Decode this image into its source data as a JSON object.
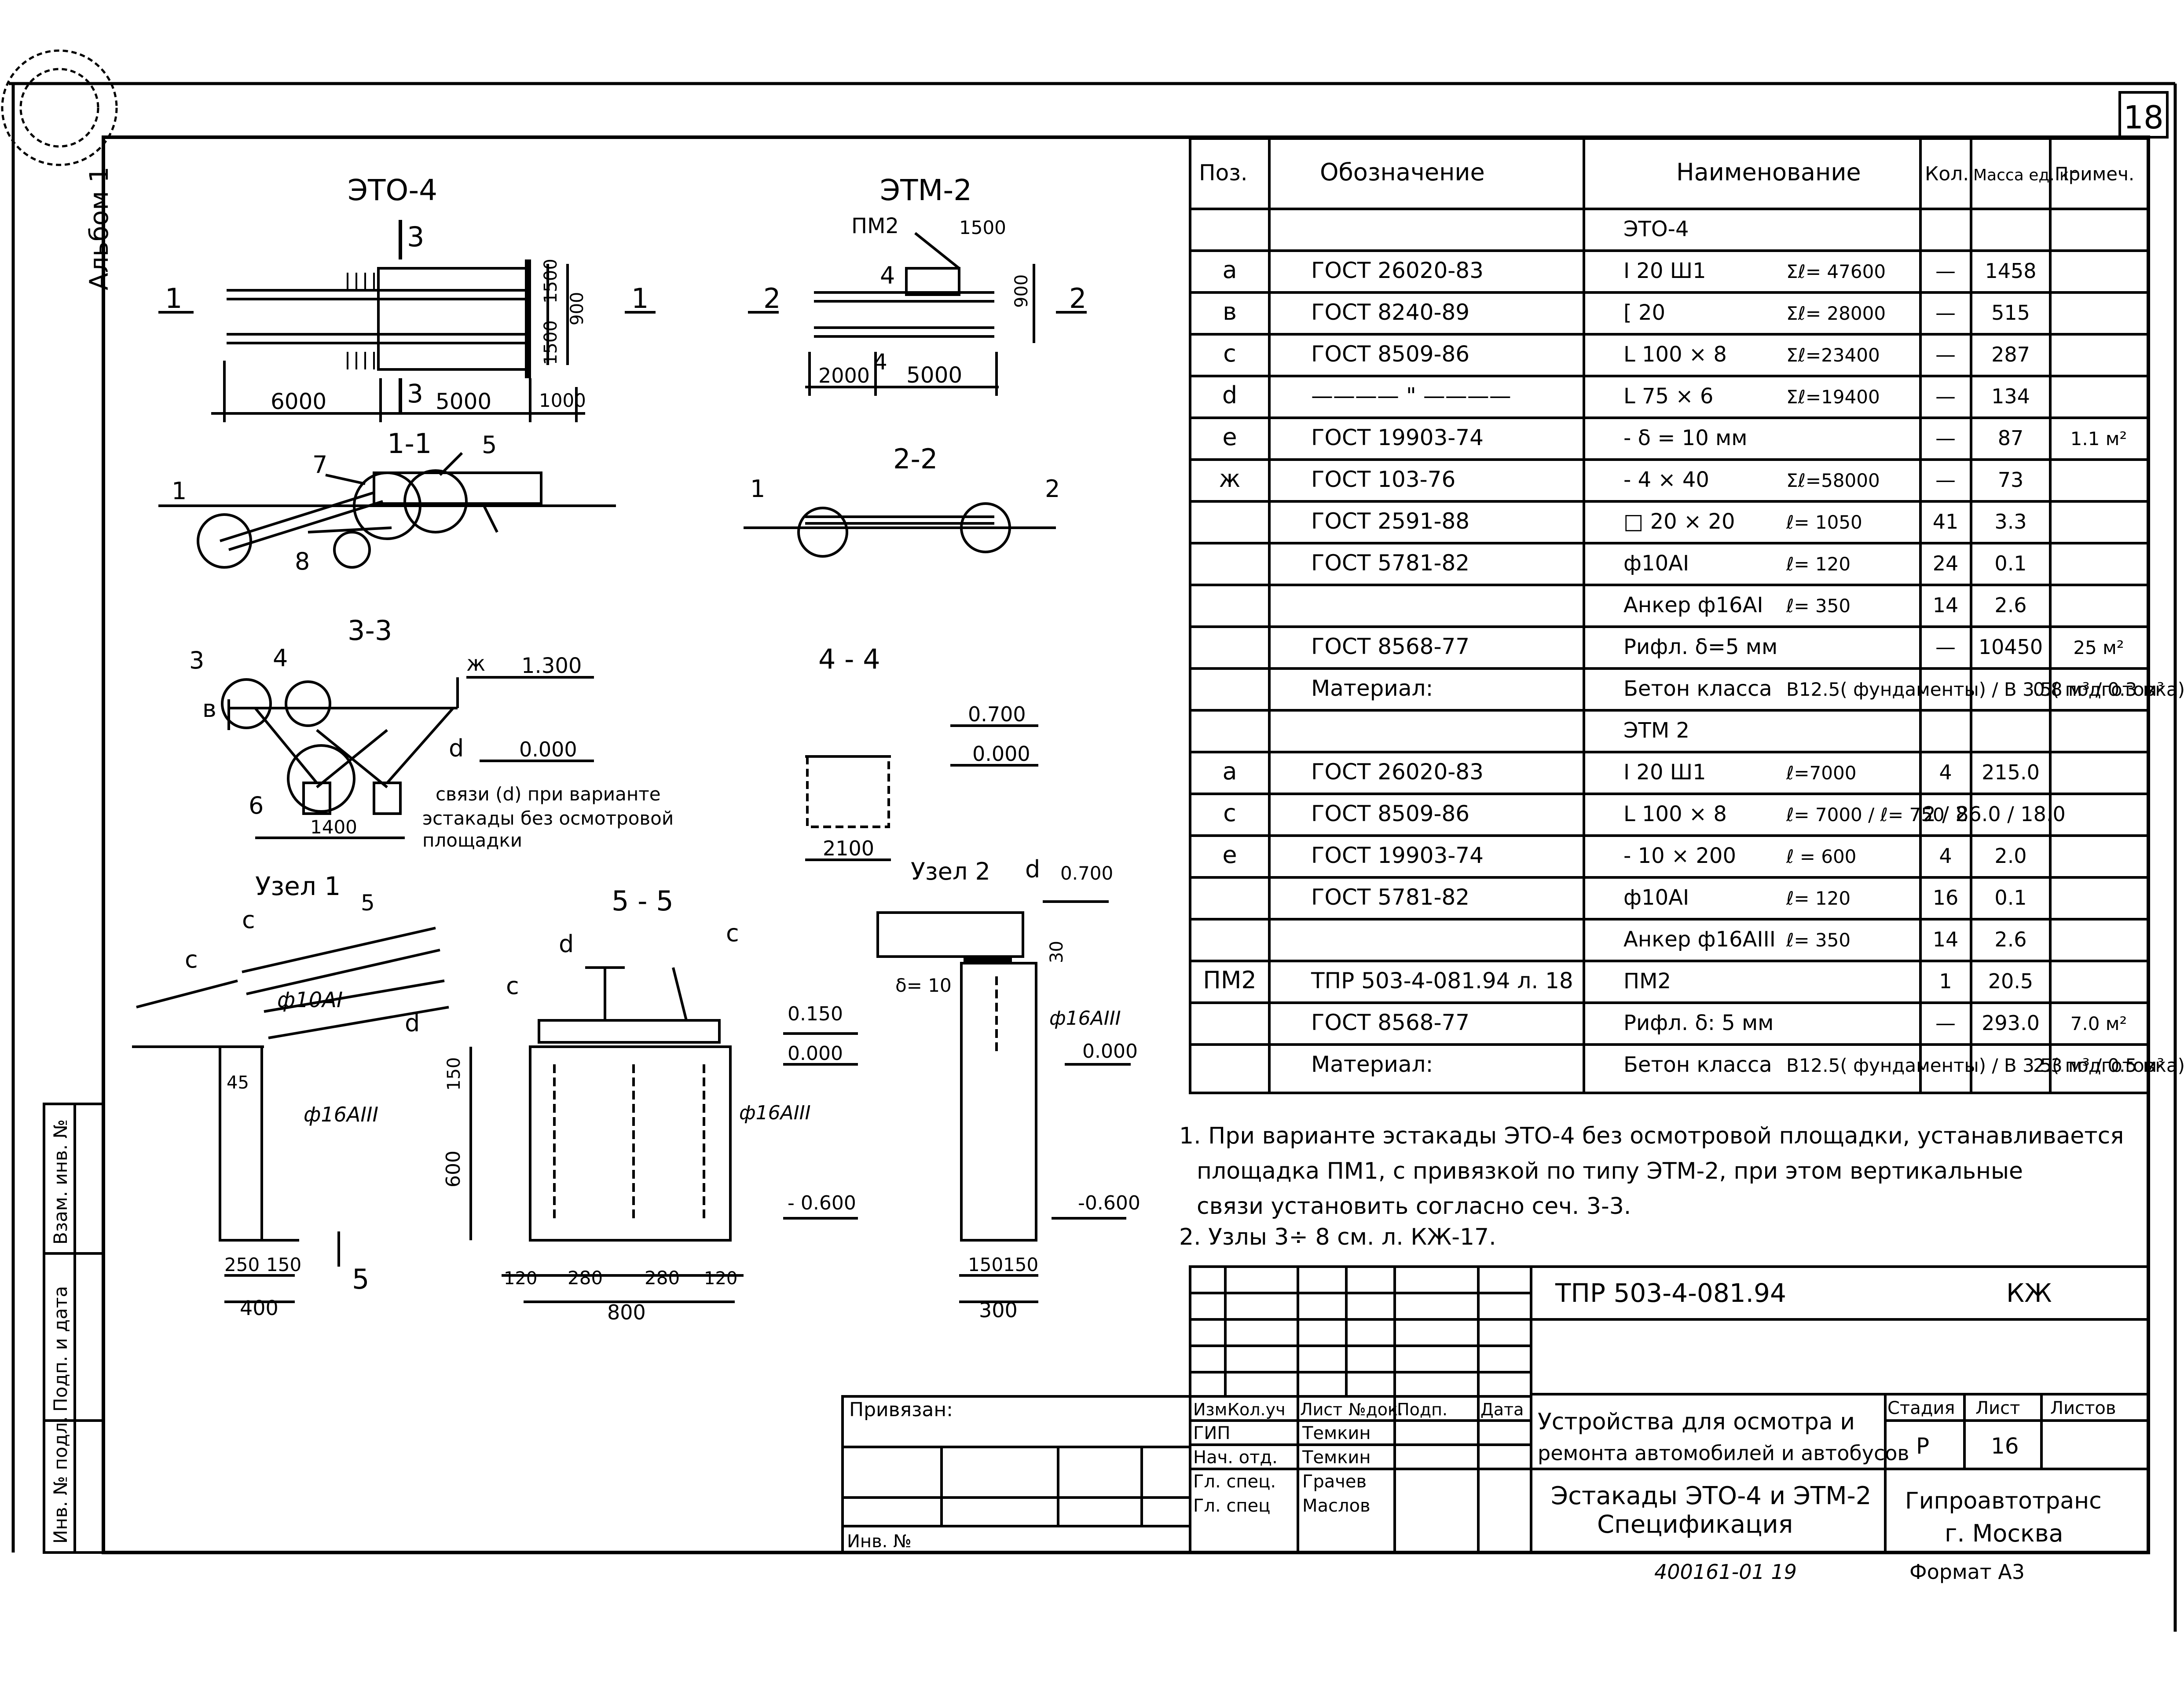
{
  "sheet": {
    "number_corner": "18",
    "album_label": "Альбом 1"
  },
  "stamp": {
    "text": "",
    "hint": "round-stamp"
  },
  "drawings": {
    "eto4": {
      "title": "ЭТО-4",
      "section_3": "3",
      "lbl_1": "1",
      "dim_1500_a": "1500",
      "dim_1500_b": "1500",
      "dim_900": "900",
      "dim_6000": "6000",
      "dim_5000": "5000",
      "dim_1000": "1000"
    },
    "etm2": {
      "title": "ЭТМ-2",
      "pm2": "ПМ2",
      "dim_1500": "1500",
      "lbl_4": "4",
      "lbl_2": "2",
      "dim_900": "900",
      "dim_2000": "2000",
      "dim_5000": "5000"
    },
    "s11": {
      "title": "1-1",
      "n1": "1",
      "n7": "7",
      "n5": "5",
      "n8": "8"
    },
    "s22": {
      "title": "2-2",
      "n1": "1",
      "n2": "2"
    },
    "s33": {
      "title": "3-3",
      "n3": "3",
      "n4": "4",
      "nv": "в",
      "nzh": "ж",
      "nd": "d",
      "n6": "6",
      "lvl_1300": "1.300",
      "lvl_0000": "0.000",
      "note_1": "связи (d) при варианте",
      "note_2": "эстакады без осмотровой",
      "note_3": "площадки",
      "dim_1400": "1400"
    },
    "s44": {
      "title": "4 - 4",
      "lvl_0700": "0.700",
      "lvl_0000": "0.000",
      "dim_2100": "2100"
    },
    "uzel1": {
      "title": "Узел 1",
      "n5": "5",
      "nc1": "c",
      "nc2": "c",
      "nd": "d",
      "rebar_a": "ф10АI",
      "dim_45": "45",
      "rebar_b": "ф16АIII",
      "dim_250": "250",
      "dim_150": "150",
      "dim_400": "400",
      "sec5": "5"
    },
    "s55": {
      "title": "5 - 5",
      "nd": "d",
      "nc1": "c",
      "nc2": "c",
      "lvl_0150": "0.150",
      "lvl_0000": "0.000",
      "rebar": "ф16АIII",
      "dim_150": "150",
      "dim_600": "600",
      "lvl_m0600": "- 0.600",
      "dim_120a": "120",
      "dim_280a": "280",
      "dim_280b": "280",
      "dim_120b": "120",
      "dim_800": "800"
    },
    "uzel2": {
      "title": "Узел 2",
      "nd": "d",
      "lvl_0700": "0.700",
      "delta": "δ= 10",
      "dim_30": "30",
      "rebar": "ф16АIII",
      "lvl_0000": "0.000",
      "lvl_m0600": "-0.600",
      "dim_150a": "150",
      "dim_150b": "150",
      "dim_300": "300"
    }
  },
  "spec": {
    "headers": [
      "Поз.",
      "Обозначение",
      "Наименование",
      "Кол.",
      "Масса ед. кг",
      "Примеч."
    ],
    "rows": [
      {
        "pos": "",
        "des": "",
        "name": "ЭТО-4",
        "len": "",
        "qty": "",
        "mass": "",
        "note": ""
      },
      {
        "pos": "a",
        "des": "ГОСТ 26020-83",
        "name": "I 20 Ш1",
        "len": "Σℓ= 47600",
        "qty": "—",
        "mass": "1458",
        "note": ""
      },
      {
        "pos": "в",
        "des": "ГОСТ 8240-89",
        "name": "[ 20",
        "len": "Σℓ= 28000",
        "qty": "—",
        "mass": "515",
        "note": ""
      },
      {
        "pos": "c",
        "des": "ГОСТ 8509-86",
        "name": "L 100 × 8",
        "len": "Σℓ=23400",
        "qty": "—",
        "mass": "287",
        "note": ""
      },
      {
        "pos": "d",
        "des": "———— \" ————",
        "name": "L 75 × 6",
        "len": "Σℓ=19400",
        "qty": "—",
        "mass": "134",
        "note": ""
      },
      {
        "pos": "e",
        "des": "ГОСТ 19903-74",
        "name": "- δ = 10 мм",
        "len": "",
        "qty": "—",
        "mass": "87",
        "note": "1.1 м²"
      },
      {
        "pos": "ж",
        "des": "ГОСТ 103-76",
        "name": "- 4 × 40",
        "len": "Σℓ=58000",
        "qty": "—",
        "mass": "73",
        "note": ""
      },
      {
        "pos": "",
        "des": "ГОСТ 2591-88",
        "name": "□ 20 × 20",
        "len": "ℓ= 1050",
        "qty": "41",
        "mass": "3.3",
        "note": ""
      },
      {
        "pos": "",
        "des": "ГОСТ 5781-82",
        "name": "ф10АI",
        "len": "ℓ= 120",
        "qty": "24",
        "mass": "0.1",
        "note": ""
      },
      {
        "pos": "",
        "des": "",
        "name": "Анкер ф16АI",
        "len": "ℓ= 350",
        "qty": "14",
        "mass": "2.6",
        "note": ""
      },
      {
        "pos": "",
        "des": "ГОСТ 8568-77",
        "name": "Рифл. δ=5 мм",
        "len": "",
        "qty": "—",
        "mass": "10450",
        "note": "25 м²"
      },
      {
        "pos": "",
        "des": "Материал:",
        "name": "Бетон класса",
        "len": "В12.5( фундаменты) / В 3.5( подготовка)",
        "qty": "",
        "mass": "",
        "note": "0.8 м³ / 0.3 м³"
      },
      {
        "pos": "",
        "des": "",
        "name": "ЭТМ 2",
        "len": "",
        "qty": "",
        "mass": "",
        "note": ""
      },
      {
        "pos": "a",
        "des": "ГОСТ 26020-83",
        "name": "I 20 Ш1",
        "len": "ℓ=7000",
        "qty": "4",
        "mass": "215.0",
        "note": ""
      },
      {
        "pos": "c",
        "des": "ГОСТ 8509-86",
        "name": "L 100 × 8",
        "len": "ℓ= 7000 / ℓ= 750",
        "qty": "2 / 2",
        "mass": "86.0 / 18.0",
        "note": ""
      },
      {
        "pos": "e",
        "des": "ГОСТ 19903-74",
        "name": "- 10 × 200",
        "len": "ℓ = 600",
        "qty": "4",
        "mass": "2.0",
        "note": ""
      },
      {
        "pos": "",
        "des": "ГОСТ 5781-82",
        "name": "ф10АI",
        "len": "ℓ= 120",
        "qty": "16",
        "mass": "0.1",
        "note": ""
      },
      {
        "pos": "",
        "des": "",
        "name": "Анкер ф16АIII",
        "len": "ℓ= 350",
        "qty": "14",
        "mass": "2.6",
        "note": ""
      },
      {
        "pos": "ПМ2",
        "des": "ТПР 503-4-081.94 л. 18",
        "name": "ПМ2",
        "len": "",
        "qty": "1",
        "mass": "20.5",
        "note": ""
      },
      {
        "pos": "",
        "des": "ГОСТ 8568-77",
        "name": "Рифл. δ: 5 мм",
        "len": "",
        "qty": "—",
        "mass": "293.0",
        "note": "7.0 м²"
      },
      {
        "pos": "",
        "des": "Материал:",
        "name": "Бетон класса",
        "len": "В12.5( фундаменты) / В 3.5( подготовка)",
        "qty": "",
        "mass": "",
        "note": "2.3 м³ / 0.5 м³"
      }
    ]
  },
  "notes": {
    "n1_l1": "1. При варианте эстакады ЭТО-4 без осмотровой площадки, устанавливается",
    "n1_l2": "площадка ПМ1, с привязкой по типу ЭТМ-2, при этом вертикальные",
    "n1_l3": "связи установить согласно сеч. 3-3.",
    "n2": "2. Узлы 3÷ 8 см. л. КЖ-17."
  },
  "titleblock": {
    "code": "ТПР 503-4-081.94",
    "mark": "КЖ",
    "hdr": [
      "Изм.",
      "Кол.уч",
      "Лист",
      "№док.",
      "Подп.",
      "Дата"
    ],
    "staff": [
      {
        "role": "ГИП",
        "name": "Темкин"
      },
      {
        "role": "Нач. отд.",
        "name": "Темкин"
      },
      {
        "role": "Гл. спец.",
        "name": "Грачев"
      },
      {
        "role": "Гл. спец",
        "name": "Маслов"
      }
    ],
    "project_1": "Устройства для осмотра и",
    "project_2": "ремонта автомобилей и автобусов",
    "stage_hdr": "Стадия",
    "sheet_hdr": "Лист",
    "sheets_hdr": "Листов",
    "stage": "Р",
    "sheet": "16",
    "drawing_1": "Эстакады ЭТО-4 и ЭТМ-2",
    "drawing_2": "Спецификация",
    "org_1": "Гипроавтотранс",
    "org_2": "г. Москва",
    "privyazan": "Привязан:",
    "inv": "Инв. №",
    "format": "Формат А3",
    "handnote": "400161-01  19"
  },
  "sidebar": {
    "inv_orig": "Инв. № подл.",
    "sign_date": "Подп. и дата",
    "vzam": "Взам. инв. №"
  }
}
